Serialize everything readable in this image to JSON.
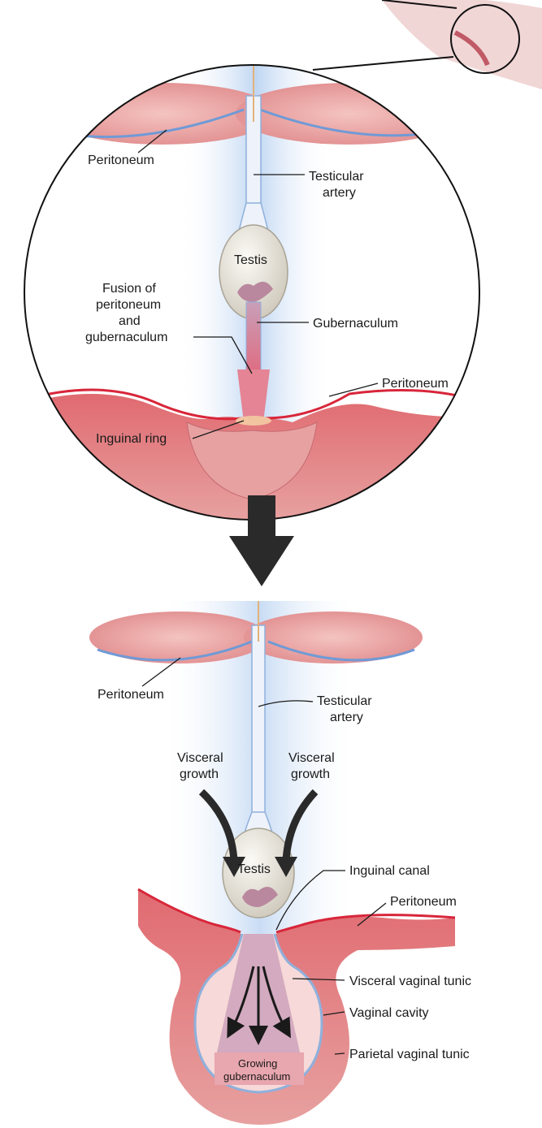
{
  "top_panel": {
    "labels": {
      "peritoneum_upper": "Peritoneum",
      "testicular_artery": [
        "Testicular",
        "artery"
      ],
      "testis": "Testis",
      "fusion": [
        "Fusion of",
        "peritoneum",
        "and",
        "gubernaculum"
      ],
      "gubernaculum": "Gubernaculum",
      "peritoneum_lower": "Peritoneum",
      "inguinal_ring": "Inguinal ring"
    }
  },
  "bottom_panel": {
    "labels": {
      "peritoneum_upper": "Peritoneum",
      "testicular_artery": [
        "Testicular",
        "artery"
      ],
      "visceral_growth_left": [
        "Visceral",
        "growth"
      ],
      "visceral_growth_right": [
        "Visceral",
        "growth"
      ],
      "inguinal_canal": "Inguinal canal",
      "testis": "Testis",
      "peritoneum_lower": "Peritoneum",
      "visceral_vaginal_tunic": "Visceral vaginal tunic",
      "vaginal_cavity": "Vaginal cavity",
      "growing_gubernaculum": [
        "Growing",
        "gubernaculum"
      ],
      "parietal_vaginal_tunic": "Parietal vaginal tunic"
    }
  },
  "colors": {
    "tissue_pink": "#e89a9a",
    "tissue_dark": "#d06a70",
    "peritoneum_red": "#d8263a",
    "blue_tint": "#cfe0f5",
    "testis_fill": "#e4e0d6",
    "gubernaculum_mauve": "#b890a8",
    "arrow_dark": "#2a2a2a"
  }
}
